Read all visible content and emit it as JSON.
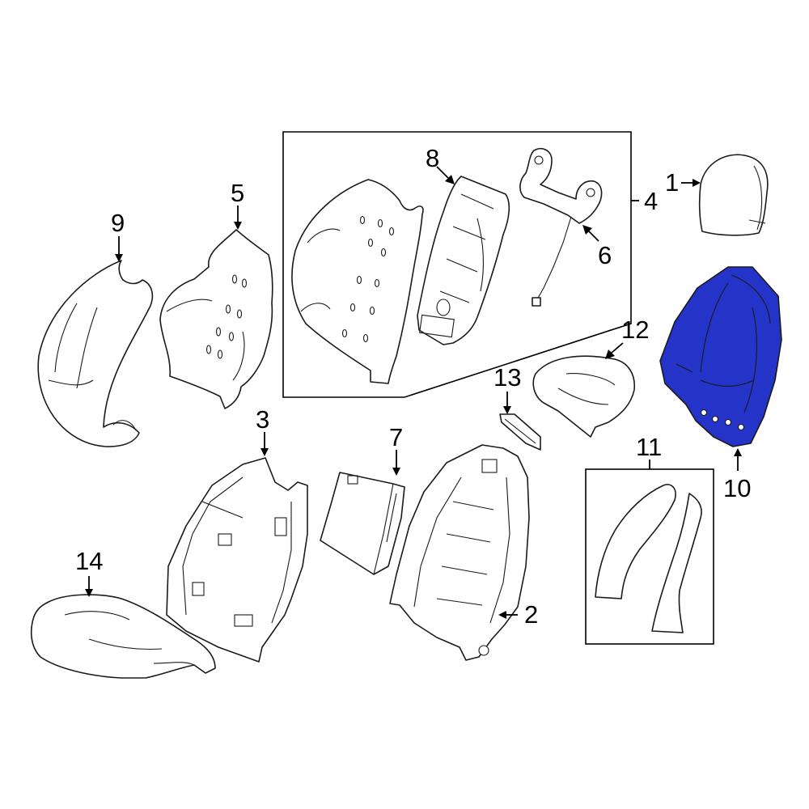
{
  "callouts": {
    "c1": "1",
    "c2": "2",
    "c3": "3",
    "c4": "4",
    "c5": "5",
    "c6": "6",
    "c7": "7",
    "c8": "8",
    "c9": "9",
    "c10": "10",
    "c11": "11",
    "c12": "12",
    "c13": "13",
    "c14": "14"
  },
  "colors": {
    "highlighted_part": "#2433c8",
    "line": "#1a1a1a",
    "background": "#ffffff"
  },
  "highlighted_callout": "10"
}
